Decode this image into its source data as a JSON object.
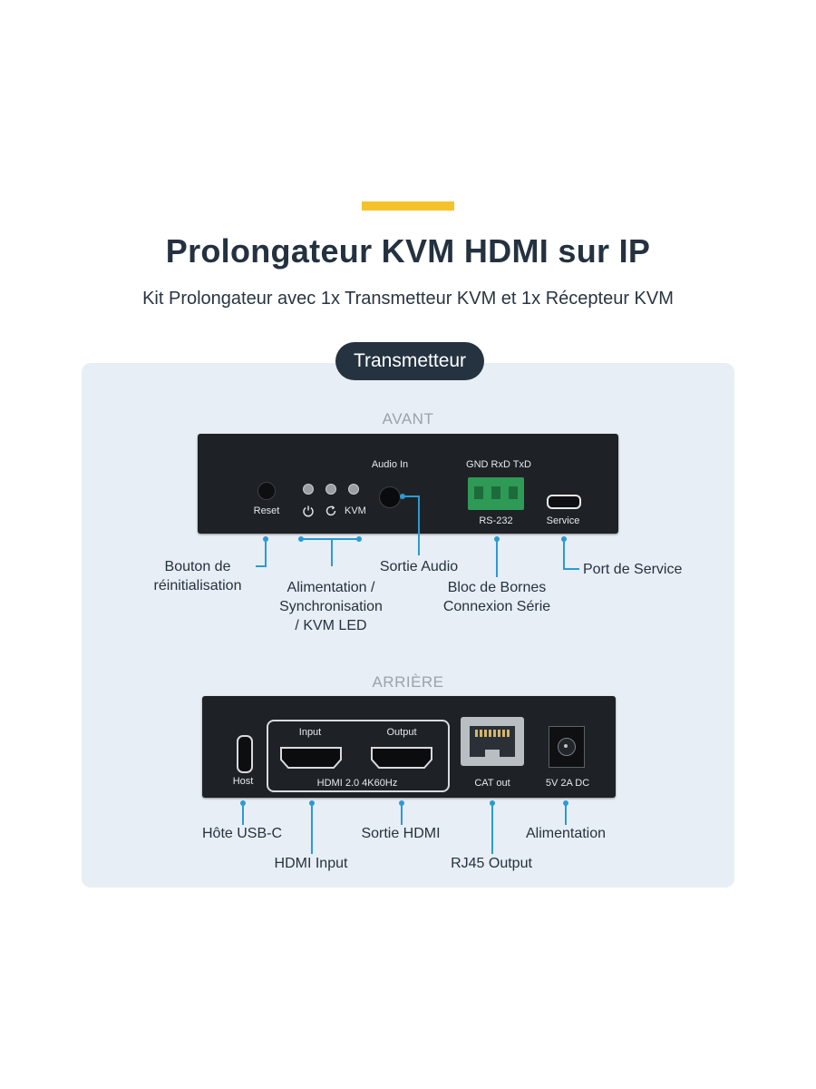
{
  "header": {
    "title": "Prolongateur KVM HDMI sur IP",
    "subtitle": "Kit Prolongateur avec 1x Transmetteur KVM et 1x Récepteur KVM",
    "section_pill": "Transmetteur"
  },
  "colors": {
    "accent": "#f5c22b",
    "callout_line": "#2a9bd3",
    "pill": "#253341"
  },
  "front": {
    "title": "AVANT",
    "device_labels": {
      "reset": "Reset",
      "kvm": "KVM",
      "audio_in": "Audio In",
      "gnd_rxd_txd": "GND RxD TxD",
      "rs232": "RS-232",
      "service": "Service"
    },
    "callouts": {
      "reset_line1": "Bouton de",
      "reset_line2": "réinitialisation",
      "power_line1": "Alimentation /",
      "power_line2": "Synchronisation",
      "power_line3": "/ KVM LED",
      "audio": "Sortie Audio",
      "serial_line1": "Bloc de Bornes",
      "serial_line2": "Connexion Série",
      "service": "Port de Service"
    }
  },
  "rear": {
    "title": "ARRIÈRE",
    "device_labels": {
      "host": "Host",
      "input": "Input",
      "output": "Output",
      "hdmi_spec": "HDMI 2.0 4K60Hz",
      "cat_out": "CAT out",
      "power": "5V 2A DC"
    },
    "callouts": {
      "usbc": "Hôte USB-C",
      "hdmi_input": "HDMI Input",
      "hdmi_out": "Sortie HDMI",
      "rj45": "RJ45 Output",
      "power": "Alimentation"
    }
  }
}
